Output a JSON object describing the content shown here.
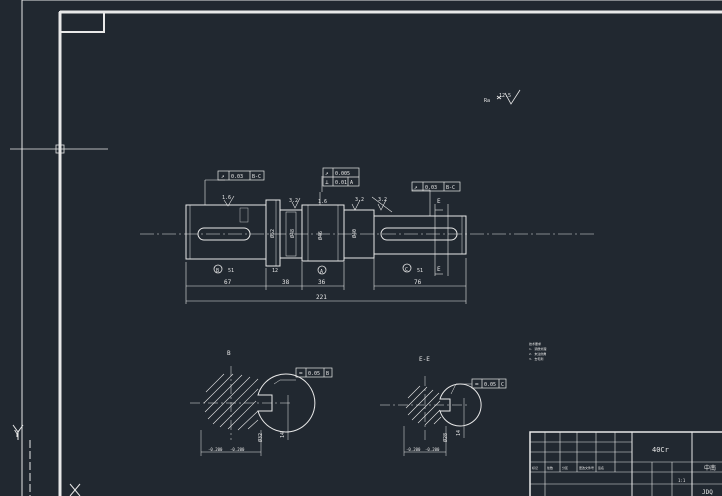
{
  "surface_roughness": {
    "symbol": "Ra",
    "value": "12.5"
  },
  "tolerance_frames": {
    "left": {
      "symbol": "↗",
      "value": "0.03",
      "datum": "B-C"
    },
    "middle": [
      {
        "symbol": "↗",
        "value": "0.005"
      },
      {
        "symbol": "⊥",
        "value": "0.01",
        "datum": "A"
      }
    ],
    "right": {
      "symbol": "↗",
      "value": "0.03",
      "datum": "B-C"
    },
    "section_left": {
      "symbol": "=",
      "value": "0.05",
      "datum": "B"
    },
    "section_right": {
      "symbol": "=",
      "value": "0.05",
      "datum": "C"
    }
  },
  "shaft_labels": {
    "surface_marks": [
      "1.6",
      "3.2",
      "3.2",
      "1.6",
      "3.2"
    ],
    "diameters": [
      "Ø52",
      "Ø48",
      "Ø46",
      "Ø40"
    ],
    "datum_letters": [
      "B",
      "A",
      "C"
    ],
    "small_dims": [
      "51",
      "12",
      "51"
    ],
    "section_tags": [
      "E",
      "E"
    ]
  },
  "dimensions": {
    "d1": "67",
    "d2": "38",
    "d3": "36",
    "d4": "76",
    "total": "221"
  },
  "section_views": {
    "left": {
      "title": "B",
      "depth": "14",
      "width": "Ø32",
      "tol_a": "-0.200",
      "tol_b": "-0.200"
    },
    "right": {
      "title": "E-E",
      "depth": "14",
      "width": "Ø28",
      "tol_a": "-0.200",
      "tol_b": "-0.200"
    }
  },
  "notes": [
    "技术要求",
    "1. 调质处理",
    "2. 未注倒角",
    "3. 去毛刺"
  ],
  "title_block": {
    "part_name": "40Cr",
    "school": "中南",
    "row_labels": [
      "标记",
      "处数",
      "分区",
      "更改文件号",
      "签名"
    ],
    "scale": "1:1",
    "code": "JDQ"
  },
  "ucs": {
    "y_label": "Y"
  },
  "colors": {
    "background": "#212830",
    "lines": "#e8e8e8"
  }
}
